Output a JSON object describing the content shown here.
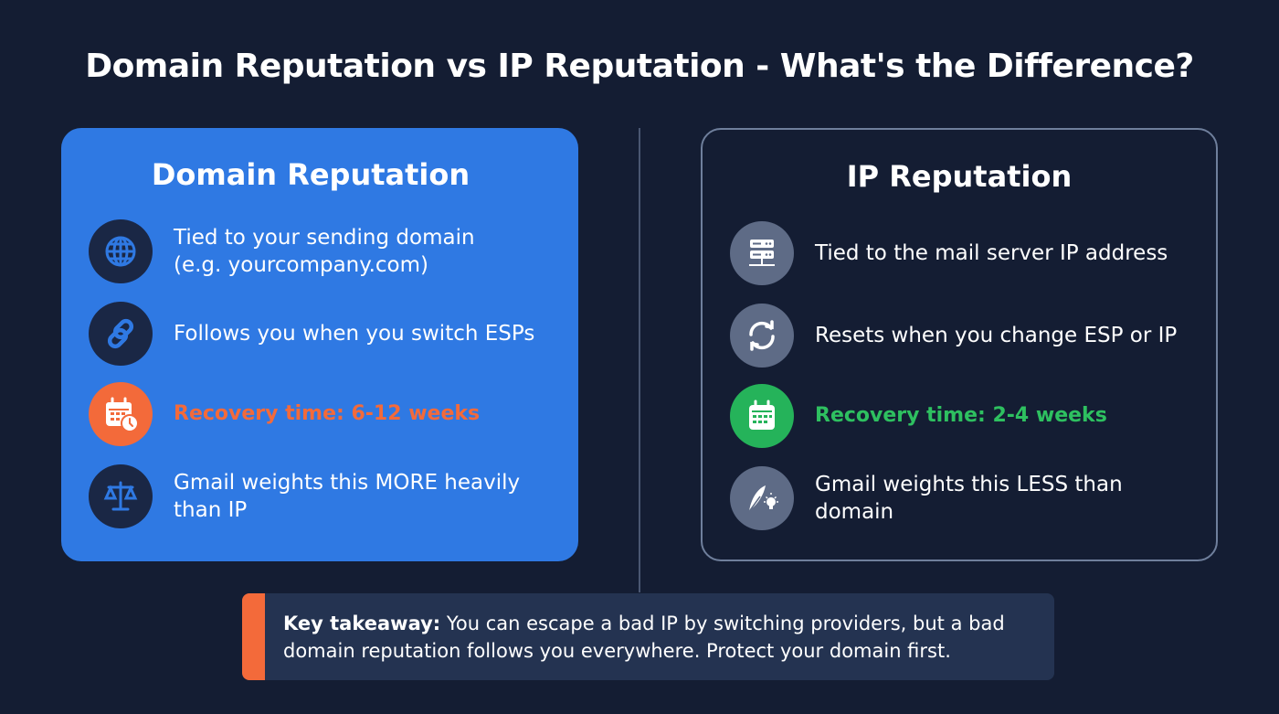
{
  "title": "Domain Reputation vs IP Reputation - What's the Difference?",
  "domain_card": {
    "title": "Domain Reputation",
    "background": "#2f79e3",
    "items": [
      {
        "icon": "globe-icon",
        "text_line1": "Tied to your sending domain",
        "text_line2": "(e.g. yourcompany.com)"
      },
      {
        "icon": "link-icon",
        "text_line1": "Follows you when you switch ESPs"
      },
      {
        "icon": "calendar-clock-icon",
        "text_line1": "Recovery time: 6-12 weeks",
        "color": "#f36a3a"
      },
      {
        "icon": "scales-icon",
        "text_line1": "Gmail weights this MORE heavily",
        "text_line2": "than IP"
      }
    ]
  },
  "ip_card": {
    "title": "IP Reputation",
    "background": "#141d33",
    "items": [
      {
        "icon": "server-icon",
        "text_line1": "Tied to the mail server IP address"
      },
      {
        "icon": "refresh-icon",
        "text_line1": "Resets when you change ESP or IP"
      },
      {
        "icon": "calendar-icon",
        "text_line1": "Recovery time: 2-4 weeks",
        "color": "#2ec060"
      },
      {
        "icon": "feather-bulb-icon",
        "text_line1": "Gmail weights this LESS than",
        "text_line2": "domain"
      }
    ]
  },
  "takeaway": {
    "label": "Key takeaway:",
    "text": " You can escape a bad IP by switching providers, but a bad domain reputation follows you everywhere. Protect your domain first.",
    "accent": "#f36a3a"
  }
}
